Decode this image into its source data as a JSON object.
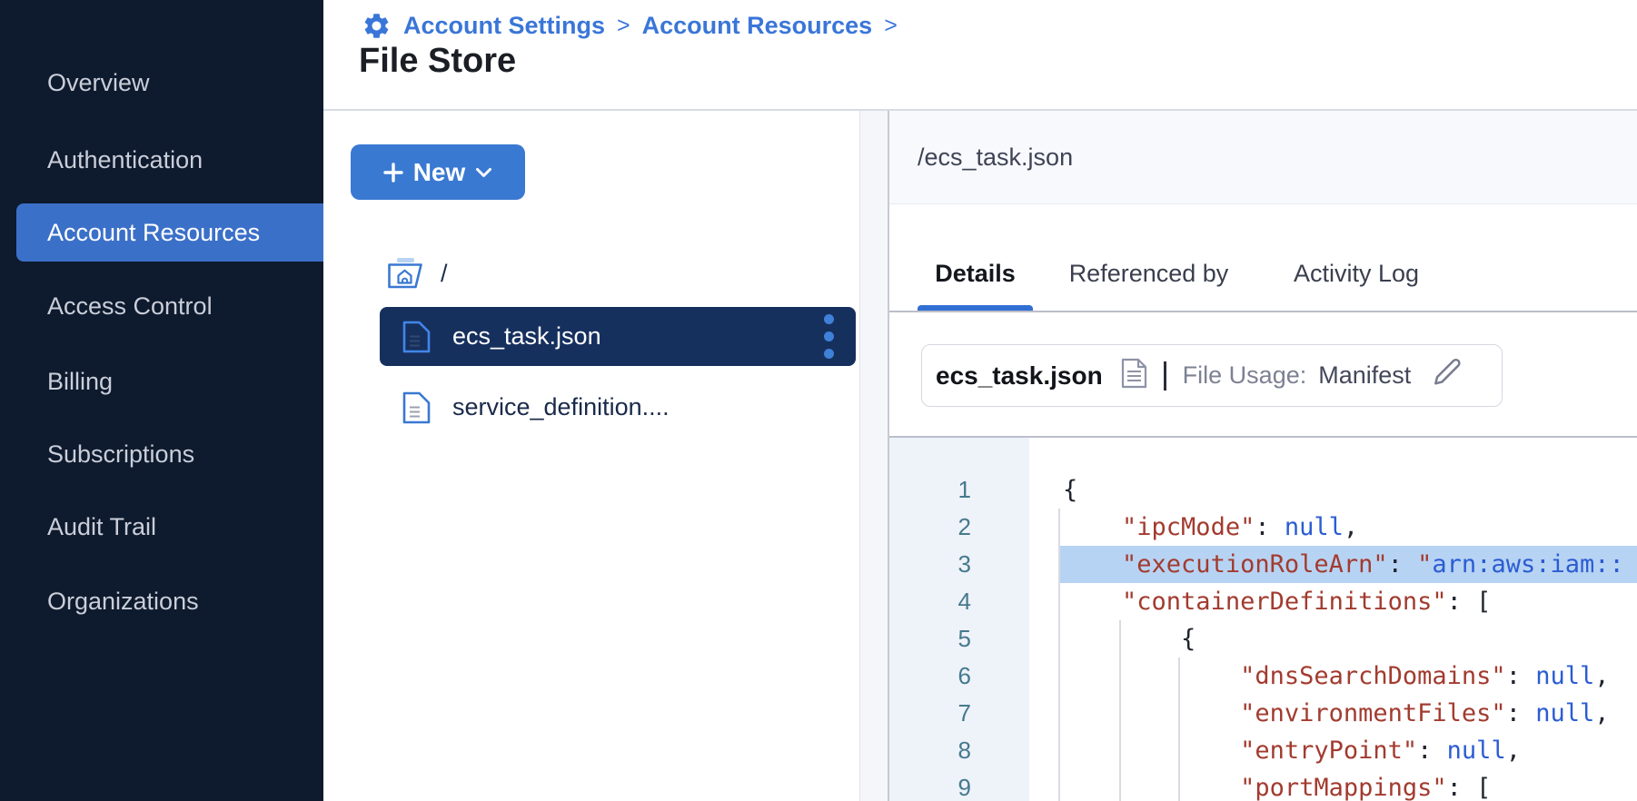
{
  "colors": {
    "accent_blue": "#3a76d8",
    "button_blue": "#3a79d2",
    "sidebar_bg": "#0e1a2d",
    "sidebar_text": "#c9ced9",
    "sidebar_selected_bg": "#3b70c9",
    "selected_row_bg": "#16305e",
    "line_highlight": "#b7d3f3",
    "gutter_bg": "#eef2f9",
    "gutter_number": "#45798d",
    "syntax_key": "#a23b2f",
    "syntax_value": "#2b5cd3",
    "syntax_punct": "#20242e",
    "path_band_bg": "#f8f9fc"
  },
  "sidebar": {
    "items": [
      {
        "label": "Overview",
        "active": false
      },
      {
        "label": "Authentication",
        "active": false
      },
      {
        "label": "Account Resources",
        "active": true
      },
      {
        "label": "Access Control",
        "active": false
      },
      {
        "label": "Billing",
        "active": false
      },
      {
        "label": "Subscriptions",
        "active": false
      },
      {
        "label": "Audit Trail",
        "active": false
      },
      {
        "label": "Organizations",
        "active": false
      }
    ]
  },
  "header": {
    "breadcrumb": [
      "Account Settings",
      "Account Resources"
    ],
    "separator": ">",
    "title": "File Store"
  },
  "file_browser": {
    "new_button_label": "New",
    "root_label": "/",
    "files": [
      {
        "name": "ecs_task.json",
        "selected": true
      },
      {
        "name": "service_definition....",
        "selected": false
      }
    ]
  },
  "details": {
    "path": "/ecs_task.json",
    "tabs": [
      {
        "label": "Details",
        "active": true
      },
      {
        "label": "Referenced by",
        "active": false
      },
      {
        "label": "Activity Log",
        "active": false
      }
    ],
    "file_info": {
      "name": "ecs_task.json",
      "usage_label": "File Usage:",
      "usage_value": "Manifest"
    },
    "code": {
      "highlighted_line": 3,
      "lines": [
        {
          "n": 1,
          "tokens": [
            [
              "pn",
              "{"
            ]
          ]
        },
        {
          "n": 2,
          "tokens": [
            [
              "ws",
              "    "
            ],
            [
              "key",
              "\"ipcMode\""
            ],
            [
              "pn",
              ": "
            ],
            [
              "kw",
              "null"
            ],
            [
              "pn",
              ","
            ]
          ]
        },
        {
          "n": 3,
          "tokens": [
            [
              "ws",
              "    "
            ],
            [
              "key",
              "\"executionRoleArn\""
            ],
            [
              "pn",
              ": "
            ],
            [
              "key",
              "\""
            ],
            [
              "str",
              "arn:aws:iam::"
            ]
          ]
        },
        {
          "n": 4,
          "tokens": [
            [
              "ws",
              "    "
            ],
            [
              "key",
              "\"containerDefinitions\""
            ],
            [
              "pn",
              ": ["
            ]
          ]
        },
        {
          "n": 5,
          "tokens": [
            [
              "ws",
              "        "
            ],
            [
              "pn",
              "{"
            ]
          ]
        },
        {
          "n": 6,
          "tokens": [
            [
              "ws",
              "            "
            ],
            [
              "key",
              "\"dnsSearchDomains\""
            ],
            [
              "pn",
              ": "
            ],
            [
              "kw",
              "null"
            ],
            [
              "pn",
              ","
            ]
          ]
        },
        {
          "n": 7,
          "tokens": [
            [
              "ws",
              "            "
            ],
            [
              "key",
              "\"environmentFiles\""
            ],
            [
              "pn",
              ": "
            ],
            [
              "kw",
              "null"
            ],
            [
              "pn",
              ","
            ]
          ]
        },
        {
          "n": 8,
          "tokens": [
            [
              "ws",
              "            "
            ],
            [
              "key",
              "\"entryPoint\""
            ],
            [
              "pn",
              ": "
            ],
            [
              "kw",
              "null"
            ],
            [
              "pn",
              ","
            ]
          ]
        },
        {
          "n": 9,
          "tokens": [
            [
              "ws",
              "            "
            ],
            [
              "key",
              "\"portMappings\""
            ],
            [
              "pn",
              ": ["
            ]
          ]
        }
      ]
    }
  }
}
